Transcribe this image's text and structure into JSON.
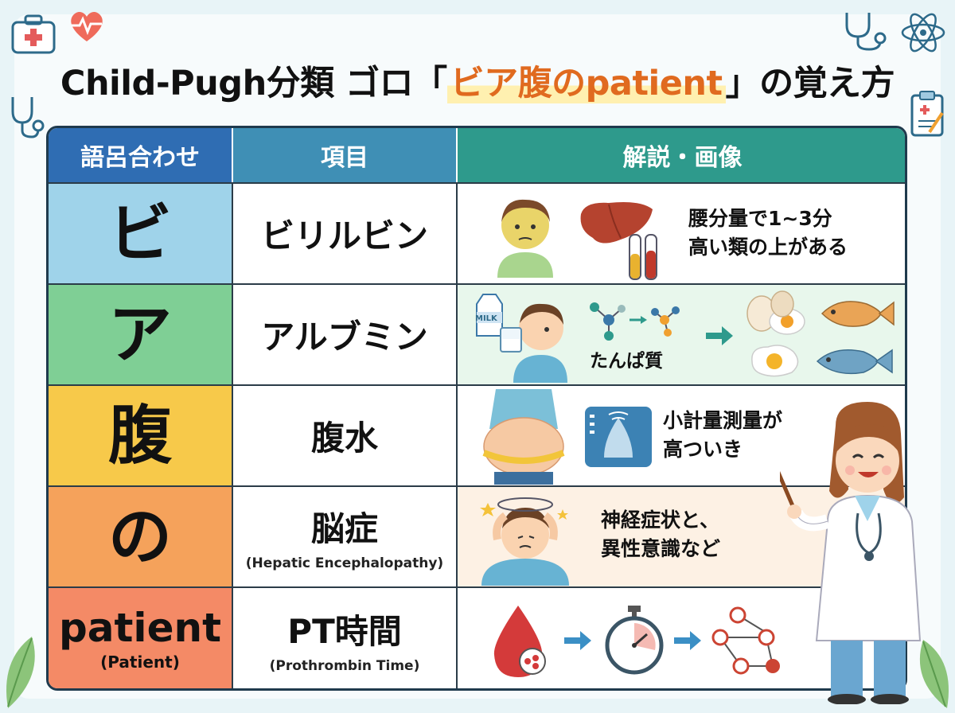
{
  "title": {
    "prefix": "Child-Pugh分類 ゴロ「",
    "highlight": "ビア腹のpatient",
    "suffix": "」の覚え方"
  },
  "header": {
    "col1": "語呂合わせ",
    "col2": "項目",
    "col3": "解説・画像"
  },
  "rows": [
    {
      "mnemonic": "ビ",
      "item": "ビリルビン",
      "item_sub": "",
      "desc_line1": "腰分量で1~3分",
      "desc_line2": "高い類の上がある",
      "color": "#9fd3ea"
    },
    {
      "mnemonic": "ア",
      "item": "アルブミン",
      "item_sub": "",
      "desc_line1": "たんぱ質",
      "desc_line2": "",
      "color": "#7fcf95"
    },
    {
      "mnemonic": "腹",
      "item": "腹水",
      "item_sub": "",
      "desc_line1": "小計量測量が",
      "desc_line2": "高ついき",
      "color": "#f7c94a"
    },
    {
      "mnemonic": "の",
      "item": "脳症",
      "item_sub": "(Hepatic Encephalopathy)",
      "desc_line1": "神経症状と、",
      "desc_line2": "異性意識など",
      "color": "#f5a25b"
    },
    {
      "mnemonic": "patient",
      "mnemonic_sub": "(Patient)",
      "item": "PT時間",
      "item_sub": "(Prothrombin Time)",
      "desc_line1": "",
      "desc_line2": "",
      "color": "#f48a66"
    }
  ],
  "labels": {
    "milk": "MILK"
  },
  "icons": {
    "top_left": [
      "first-aid-kit-icon",
      "heart-pulse-icon",
      "stethoscope-icon"
    ],
    "top_right": [
      "stethoscope-icon",
      "atom-icon",
      "clipboard-icon"
    ]
  },
  "colors": {
    "accent": "#e06a1f",
    "border": "#1f3a4d",
    "header1": "#2f6db3",
    "header2": "#3f8fb5",
    "header3": "#2e9a8c"
  }
}
